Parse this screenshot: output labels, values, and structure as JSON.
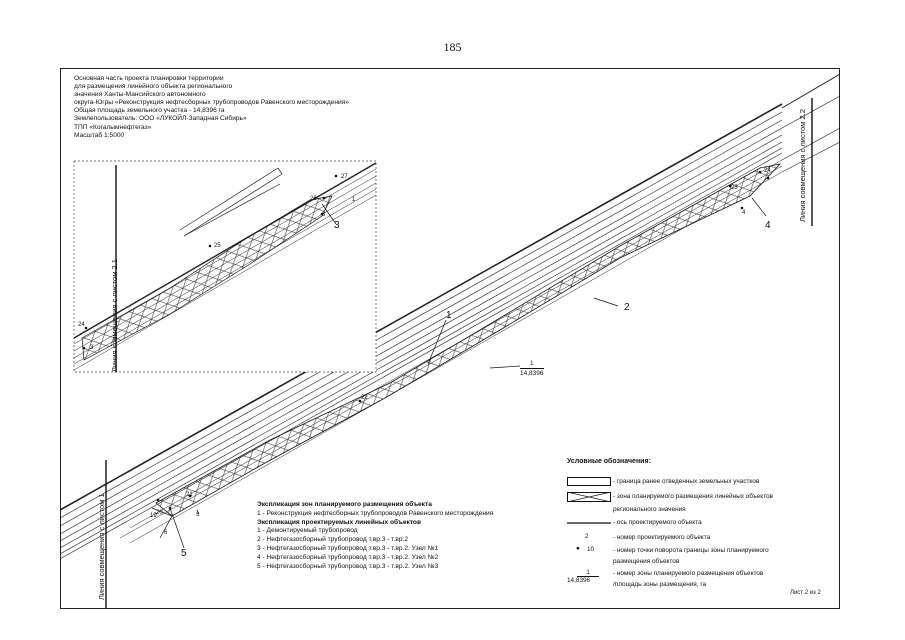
{
  "page_number": "185",
  "title_block": {
    "lines": [
      "Основная часть проекта планировки территории",
      "для размещения линейного объекта регионального",
      "значения Ханты-Мансийского автономного",
      "округа-Югры «Реконструкция нефтесборных трубопроводов Равенского месторождения»",
      "Общая площадь земельного  участка - 14,8396 га",
      "Землепользователь: ООО «ЛУКОЙЛ-Западная Сибирь»",
      "ТПП «Когалымнефтегаз»",
      "Масштаб 1:5000"
    ]
  },
  "match_lines": {
    "sheet_2_1": "Линия совмещения с листом 2.1",
    "sheet_2_2": "Линия совмещения с листом 2.2",
    "sheet_1": "Линия совмещения с листом 1"
  },
  "explication": {
    "zones_header": "Экспликация зон планируемого размещения объекта",
    "zones": [
      "1 - Реконструкция нефтесборных трубопроводов Равенского месторождения"
    ],
    "objects_header": "Экспликация проектируемых линейных объектов",
    "objects": [
      "1 - Демонтируемый трубопровод",
      "2 - Нефтегазосборный трубопровод т.вр.3 - т.вр.2",
      "3 - Нефтегазосборный трубопровод т.вр.3 - т.вр.2. Узел №1",
      "4 - Нефтегазосборный трубопровод т.вр.3 - т.вр.2. Узел №2",
      "5 - Нефтегазосборный трубопровод т.вр.3 - т.вр.2. Узел №3"
    ]
  },
  "legend": {
    "header": "Условные обозначения:",
    "items": [
      {
        "symbol": "boundary-box",
        "text": "- граница ранее отведенных земельных участков"
      },
      {
        "symbol": "zone-cross-box",
        "text": "- зона планируемого размещения линейных объектов",
        "text2": "регионального значения"
      },
      {
        "symbol": "axis-line",
        "text": "- ось проектируемого объекта"
      },
      {
        "symbol": "object-number",
        "sample": "2",
        "text": "- номер проектируемого объекта"
      },
      {
        "symbol": "turn-point",
        "sample": "10",
        "text": "- номер точки поворота границы зоны планируемого",
        "text2": "размещения объектов"
      },
      {
        "symbol": "zone-fraction",
        "sample_num": "1",
        "sample_area": "14,8396",
        "text": "- номер зоны планируемого размещения объектов",
        "text2": "/площадь зоны размещения, га"
      }
    ]
  },
  "sheet_label": "Лист 2 из 2",
  "map": {
    "zone_label": {
      "num": "1",
      "area": "14,8396"
    },
    "callouts": [
      "1",
      "2",
      "3",
      "4",
      "5"
    ],
    "points": [
      "19",
      "20",
      "21",
      "22",
      "23",
      "24",
      "25",
      "26",
      "27",
      "1",
      "3",
      "1",
      "3",
      "4",
      "6",
      "24",
      "3"
    ]
  }
}
